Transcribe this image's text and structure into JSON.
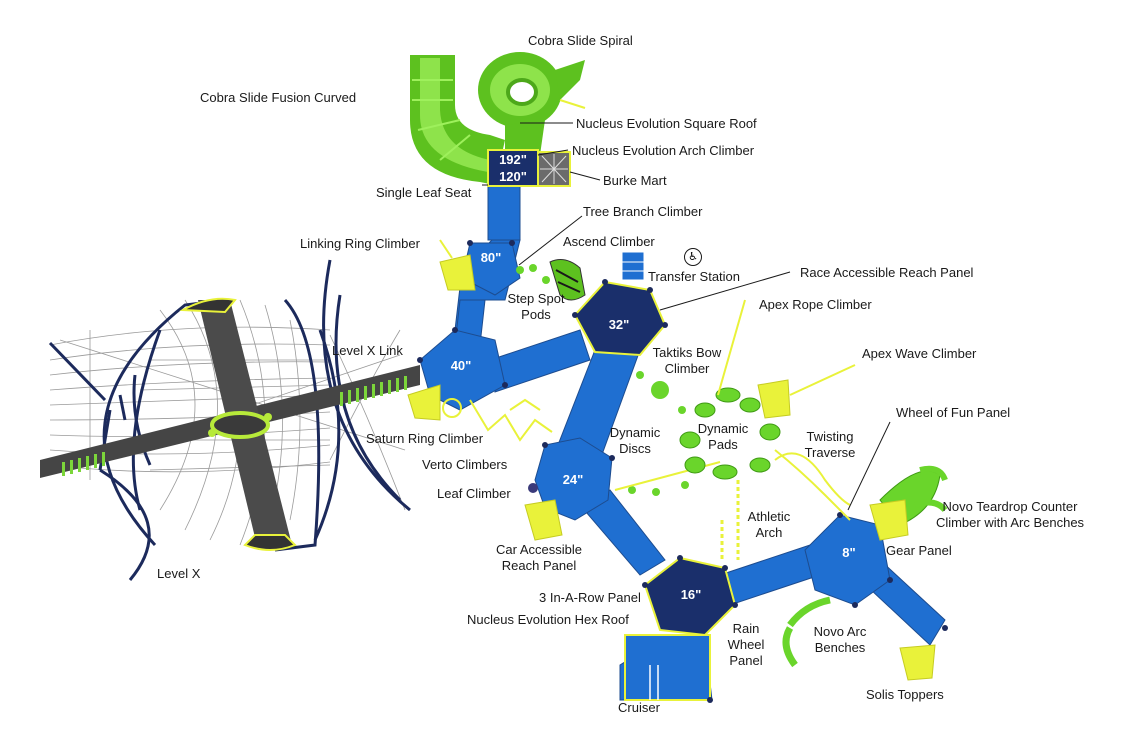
{
  "colors": {
    "deck_blue": "#1f6fd1",
    "deck_dark": "#1d4c8f",
    "roof_navy": "#1a2f6b",
    "slide_green": "#72d52a",
    "accent_yellow": "#e9f23a",
    "steel_grey": "#454545",
    "net_navy": "#1c2a5c"
  },
  "labels": {
    "cobra_spiral": "Cobra Slide Spiral",
    "cobra_fusion": "Cobra Slide Fusion Curved",
    "nucleus_square_roof": "Nucleus Evolution Square Roof",
    "nucleus_arch_climber": "Nucleus Evolution Arch Climber",
    "burke_mart": "Burke Mart",
    "single_leaf_seat": "Single Leaf Seat",
    "tree_branch_climber": "Tree Branch Climber",
    "linking_ring_climber": "Linking Ring Climber",
    "ascend_climber": "Ascend Climber",
    "transfer_station": "Transfer Station",
    "race_accessible": "Race Accessible Reach Panel",
    "step_spot_pods": [
      "Step Spot",
      "Pods"
    ],
    "apex_rope_climber": "Apex Rope Climber",
    "level_x_link": "Level X Link",
    "taktiks_bow": [
      "Taktiks Bow",
      "Climber"
    ],
    "apex_wave_climber": "Apex Wave Climber",
    "wheel_of_fun": "Wheel of Fun Panel",
    "saturn_ring": "Saturn Ring Climber",
    "dynamic_discs": [
      "Dynamic",
      "Discs"
    ],
    "dynamic_pads": [
      "Dynamic",
      "Pads"
    ],
    "twisting_traverse": [
      "Twisting",
      "Traverse"
    ],
    "verto_climbers": "Verto Climbers",
    "leaf_climber": "Leaf Climber",
    "novo_teardrop": [
      "Novo Teardrop Counter",
      "Climber with Arc Benches"
    ],
    "athletic_arch": [
      "Athletic",
      "Arch"
    ],
    "car_accessible": [
      "Car Accessible",
      "Reach Panel"
    ],
    "gear_panel": "Gear Panel",
    "level_x": "Level X",
    "three_in_a_row": "3 In-A-Row Panel",
    "nucleus_hex_roof": "Nucleus Evolution Hex Roof",
    "rain_wheel": [
      "Rain",
      "Wheel",
      "Panel"
    ],
    "novo_arc_benches": [
      "Novo Arc",
      "Benches"
    ],
    "solis_toppers": "Solis Toppers",
    "cruiser": "Cruiser"
  },
  "decks": {
    "d192": "192\"",
    "d120": "120\"",
    "d80": "80\"",
    "d40": "40\"",
    "d32": "32\"",
    "d24": "24\"",
    "d16": "16\"",
    "d8": "8\""
  },
  "icons": {
    "accessibility": "wheelchair-icon"
  }
}
